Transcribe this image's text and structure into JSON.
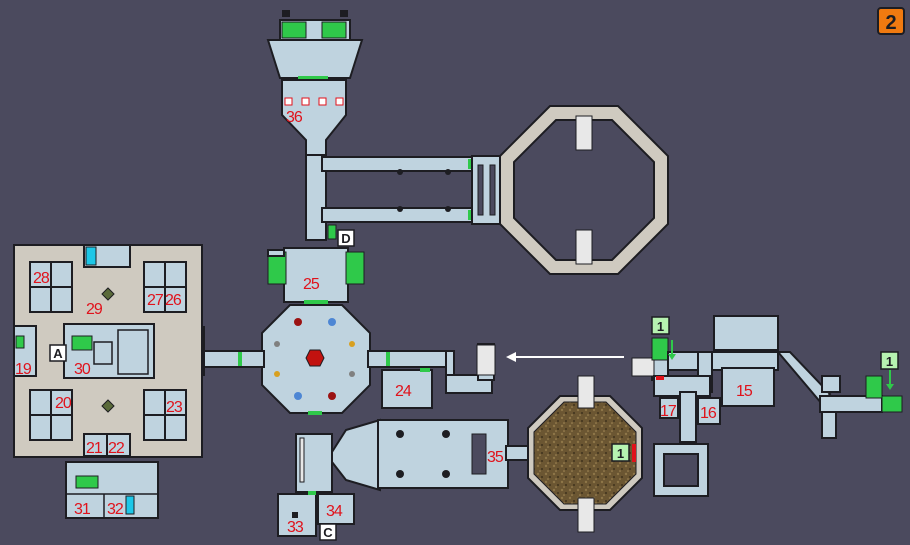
{
  "floor_badge": "2",
  "room_numbers": [
    "36",
    "25",
    "24",
    "35",
    "34",
    "33",
    "28",
    "29",
    "27",
    "26",
    "30",
    "19",
    "20",
    "23",
    "21",
    "22",
    "31",
    "32",
    "17",
    "16",
    "15"
  ],
  "markers": {
    "A": "A",
    "C": "C",
    "D": "D"
  },
  "stair_markers": [
    "1",
    "1",
    "1"
  ],
  "colors": {
    "background": "#4b4a5e",
    "room": "#bfd3df",
    "outer_wall": "#cfcac0",
    "door": "#2fc94a",
    "number": "#e0121b",
    "badge": "#f07a10"
  }
}
